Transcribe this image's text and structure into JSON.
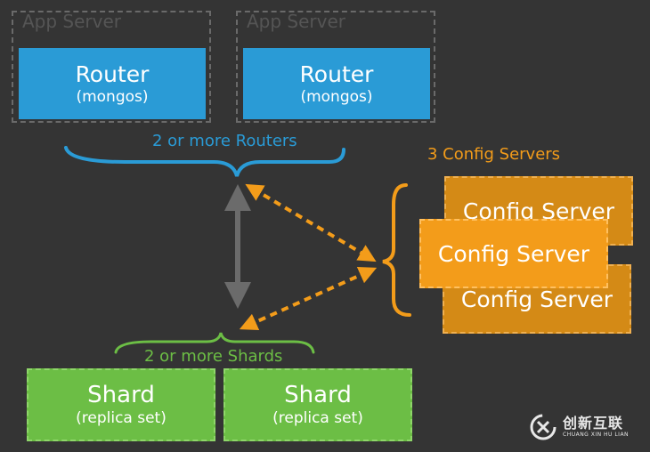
{
  "app_servers": [
    {
      "label": "App Server"
    },
    {
      "label": "App Server"
    }
  ],
  "routers": [
    {
      "title": "Router",
      "subtitle": "(mongos)"
    },
    {
      "title": "Router",
      "subtitle": "(mongos)"
    }
  ],
  "routers_label": "2 or more Routers",
  "config_label": "3 Config Servers",
  "config_servers": [
    {
      "title": "Config Server"
    },
    {
      "title": "Config Server"
    },
    {
      "title": "Config Server"
    }
  ],
  "shards_label": "2 or more Shards",
  "shards": [
    {
      "title": "Shard",
      "subtitle": "(replica set)"
    },
    {
      "title": "Shard",
      "subtitle": "(replica set)"
    }
  ],
  "watermark": {
    "text": "创新互联",
    "subtext": "CHUANG XIN HU LIAN"
  },
  "colors": {
    "router": "#2a9bd6",
    "shard": "#6cbe45",
    "config": "#f39c1a",
    "connector": "#6b6b6b"
  }
}
